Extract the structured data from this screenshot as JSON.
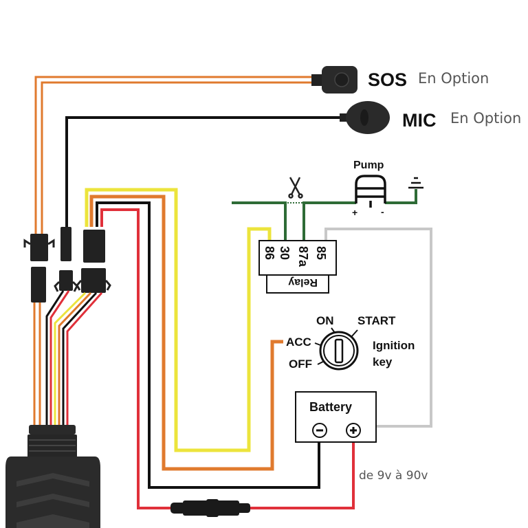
{
  "accessories": {
    "sos": {
      "label": "SOS",
      "note": "En Option"
    },
    "mic": {
      "label": "MIC",
      "note": "En Option"
    }
  },
  "pump": {
    "label": "Pump",
    "plus": "+",
    "minus": "-"
  },
  "relay": {
    "label": "Relay",
    "pins": [
      "86",
      "30",
      "87a",
      "85"
    ]
  },
  "ignition": {
    "positions": [
      "ON",
      "START",
      "ACC",
      "OFF"
    ],
    "label_line1": "Ignition",
    "label_line2": "key"
  },
  "battery": {
    "label": "Battery",
    "negative": "−",
    "positive": "+",
    "voltage_range": "de 9v à 90v"
  },
  "wire_colors": {
    "orange": "#e07a2e",
    "yellow": "#ece43c",
    "black": "#111111",
    "red": "#e0303a",
    "green": "#2e6b36",
    "gray": "#c8c8c8"
  }
}
